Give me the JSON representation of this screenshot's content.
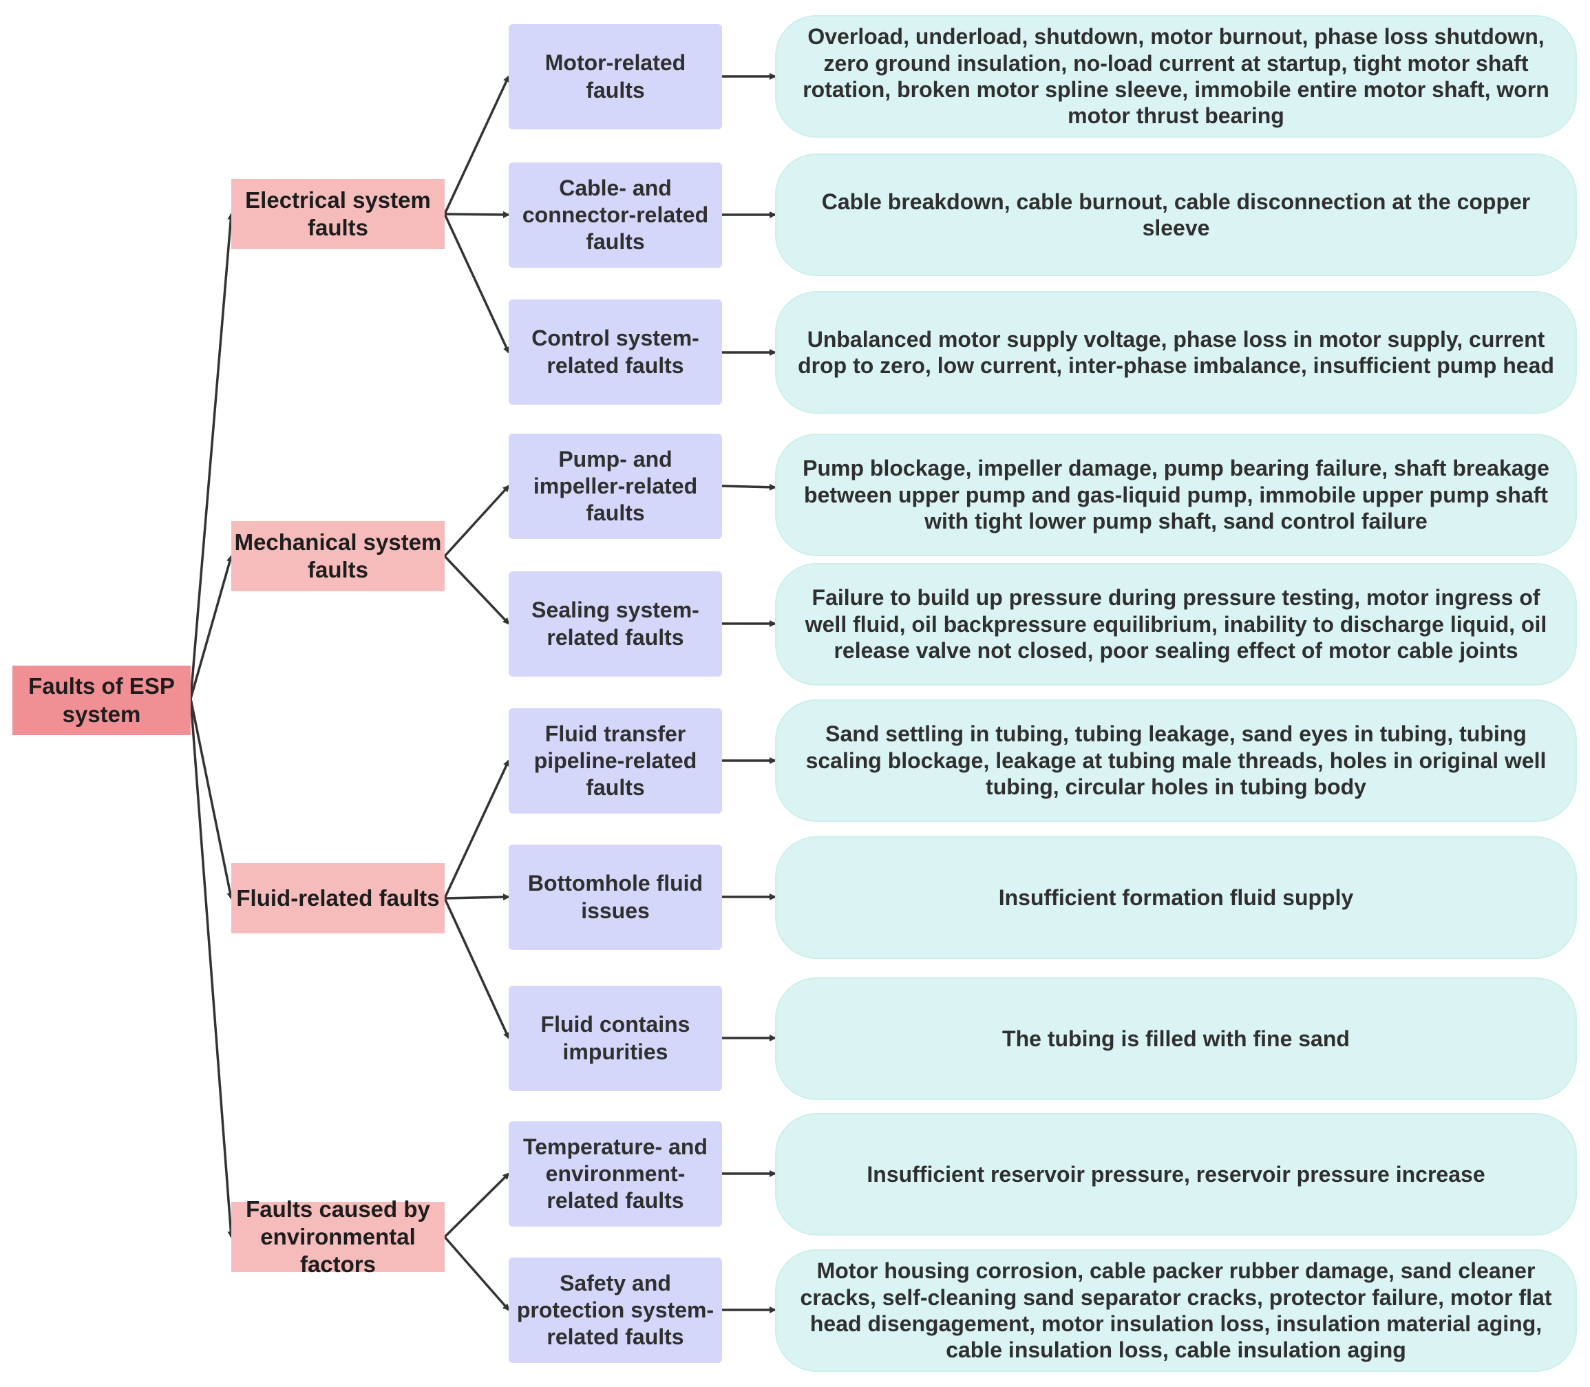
{
  "root": {
    "label": "Faults of ESP system"
  },
  "categories": [
    {
      "label": "Electrical system faults"
    },
    {
      "label": "Mechanical system faults"
    },
    {
      "label": "Fluid-related faults"
    },
    {
      "label": "Faults caused by environmental factors"
    }
  ],
  "subcategories": [
    {
      "label": "Motor-related faults"
    },
    {
      "label": "Cable- and connector-related faults"
    },
    {
      "label": "Control system-related faults"
    },
    {
      "label": "Pump- and impeller-related faults"
    },
    {
      "label": "Sealing system-related faults"
    },
    {
      "label": "Fluid transfer pipeline-related faults"
    },
    {
      "label": "Bottomhole fluid issues"
    },
    {
      "label": "Fluid contains impurities"
    },
    {
      "label": "Temperature- and environment-related faults"
    },
    {
      "label": "Safety and protection system-related faults"
    }
  ],
  "details": [
    {
      "text": "Overload, underload, shutdown, motor burnout, phase loss shutdown, zero ground insulation, no-load current at startup, tight motor shaft rotation, broken motor spline sleeve, immobile entire motor shaft, worn motor thrust bearing"
    },
    {
      "text": "Cable breakdown, cable burnout, cable disconnection at the copper sleeve"
    },
    {
      "text": "Unbalanced motor supply voltage, phase loss in motor supply, current drop to zero, low current, inter-phase imbalance, insufficient pump head"
    },
    {
      "text": "Pump blockage, impeller damage, pump bearing failure, shaft breakage between upper pump and gas-liquid pump, immobile upper pump shaft with tight lower pump shaft, sand control failure"
    },
    {
      "text": "Failure to build up pressure during pressure testing, motor ingress of well fluid, oil backpressure equilibrium, inability to discharge liquid, oil release valve not closed, poor sealing effect of motor cable joints"
    },
    {
      "text": "Sand settling in tubing, tubing leakage, sand eyes in tubing, tubing scaling blockage, leakage at tubing male threads, holes in original well tubing, circular holes in tubing body"
    },
    {
      "text": "Insufficient formation fluid supply"
    },
    {
      "text": "The tubing is filled with fine sand"
    },
    {
      "text": "Insufficient reservoir pressure, reservoir pressure increase"
    },
    {
      "text": "Motor housing corrosion, cable packer rubber damage, sand cleaner cracks, self-cleaning sand separator cracks, protector failure, motor flat head disengagement, motor insulation loss, insulation material aging, cable insulation loss, cable insulation aging"
    }
  ],
  "colors": {
    "root_fill": "#f08f94",
    "category_fill": "#f6bcbc",
    "subcategory_fill": "#d4d7fa",
    "detail_fill": "#daf4f3",
    "arrow": "#333333"
  }
}
